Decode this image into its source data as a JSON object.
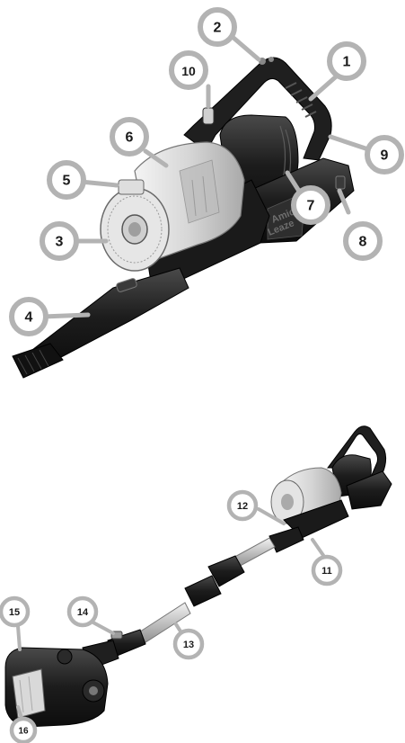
{
  "product": {
    "brand_lines": [
      "Amic",
      "Leaze"
    ]
  },
  "callouts": [
    {
      "id": "c1",
      "label": "1"
    },
    {
      "id": "c2",
      "label": "2"
    },
    {
      "id": "c3",
      "label": "3"
    },
    {
      "id": "c4",
      "label": "4"
    },
    {
      "id": "c5",
      "label": "5"
    },
    {
      "id": "c6",
      "label": "6"
    },
    {
      "id": "c7",
      "label": "7"
    },
    {
      "id": "c8",
      "label": "8"
    },
    {
      "id": "c9",
      "label": "9"
    },
    {
      "id": "c10",
      "label": "10"
    },
    {
      "id": "c11",
      "label": "11"
    },
    {
      "id": "c12",
      "label": "12"
    },
    {
      "id": "c13",
      "label": "13"
    },
    {
      "id": "c14",
      "label": "14"
    },
    {
      "id": "c15",
      "label": "15"
    },
    {
      "id": "c16",
      "label": "16"
    }
  ],
  "colors": {
    "callout_ring": "#b3b3b3",
    "callout_fill": "#ffffff",
    "callout_text": "#1a1a1a",
    "body_dark": "#1e1e1e",
    "body_mid": "#3a3a3a",
    "bin_clear": "#e2e2e2",
    "tube_silver": "#cfcfcf"
  }
}
